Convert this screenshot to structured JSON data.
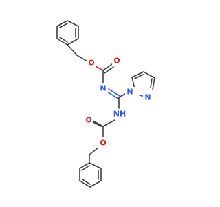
{
  "molecule": {
    "atoms": {
      "o_ester_top": "O",
      "o_carbonyl_top": "O",
      "n_imine": "N",
      "n_pyrazole_1": "N",
      "n_pyrazole_2": "N",
      "nh": "NH",
      "o_ester_bottom": "O"
    },
    "colors": {
      "bond": "#3d3d3d",
      "oxygen": "#e0251f",
      "nitrogen": "#3050f8",
      "background": "#ffffff"
    }
  }
}
